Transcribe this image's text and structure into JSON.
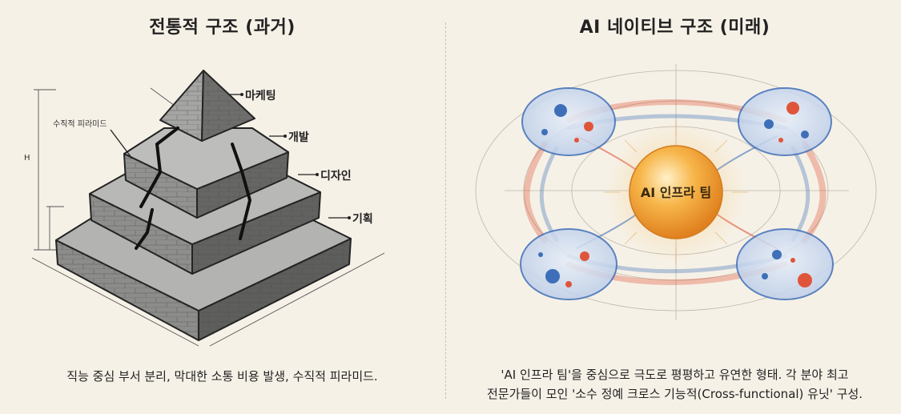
{
  "left": {
    "title": "전통적 구조 (과거)",
    "caption": "직능 중심 부서 분리, 막대한 소통 비용 발생, 수직적 피라미드.",
    "dimension_label": "수직적 피라미드",
    "height_mark": "H",
    "layers": [
      {
        "label": "마케팅"
      },
      {
        "label": "개발"
      },
      {
        "label": "디자인"
      },
      {
        "label": "기획"
      }
    ]
  },
  "right": {
    "title": "AI 네이티브 구조 (미래)",
    "core_label": "AI 인프라 팀",
    "caption_lines": [
      "'AI 인프라 팀'을 중심으로 극도로 평평하고 유연한 형태. 각 분야 최고",
      "전문가들이 모인 '소수 정예 크로스 기능적(Cross-functional) 유닛' 구성."
    ]
  },
  "colors": {
    "background": "#f6f1e7",
    "stone_light": "#a9a9a7",
    "stone_dark": "#5e5e5c",
    "blue": "#3f6fb8",
    "red": "#e0553a",
    "core": "#f3a33a"
  }
}
